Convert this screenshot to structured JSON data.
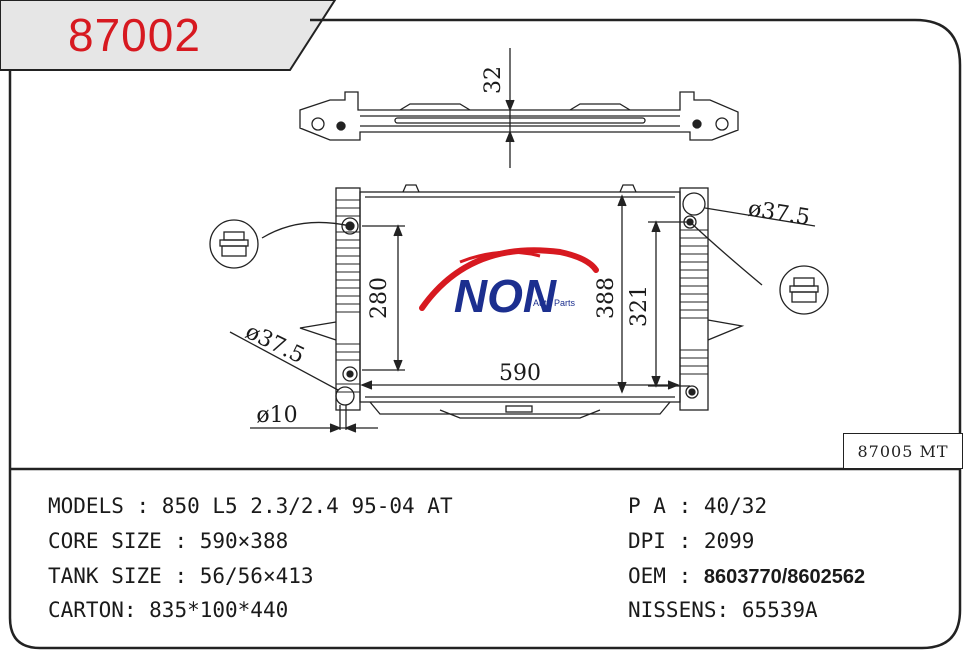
{
  "part_code": "87002",
  "alt_code": "87005 MT",
  "dimensions": {
    "top_height": "32",
    "core_width": "590",
    "core_height": "388",
    "inlet_height": "321",
    "tank_height": "280",
    "pipe_top": "ø37.5",
    "pipe_bottom": "ø37.5",
    "drain": "ø10"
  },
  "logo": {
    "brand": "NON",
    "sub": "Auto Parts"
  },
  "specs_left": [
    {
      "label": "MODELS",
      "sep": " : ",
      "value": "850 L5 2.3/2.4 95-04 AT"
    },
    {
      "label": "CORE SIZE",
      "sep": " : ",
      "value": "590×388"
    },
    {
      "label": "TANK SIZE",
      "sep": " : ",
      "value": "56/56×413"
    },
    {
      "label": "CARTON",
      "sep": ": ",
      "value": "835*100*440"
    }
  ],
  "specs_right": [
    {
      "label": "P A",
      "sep": " : ",
      "value": "40/32"
    },
    {
      "label": "DPI",
      "sep": " : ",
      "value": "2099"
    },
    {
      "label": "OEM",
      "sep": " : ",
      "value": "8603770/8602562"
    },
    {
      "label": "NISSENS",
      "sep": ": ",
      "value": "65539A"
    }
  ],
  "colors": {
    "code_red": "#d71920",
    "tab_bg": "#e6e6e6",
    "logo_red": "#d71920",
    "logo_blue": "#1c2f8f",
    "line": "#222222"
  }
}
